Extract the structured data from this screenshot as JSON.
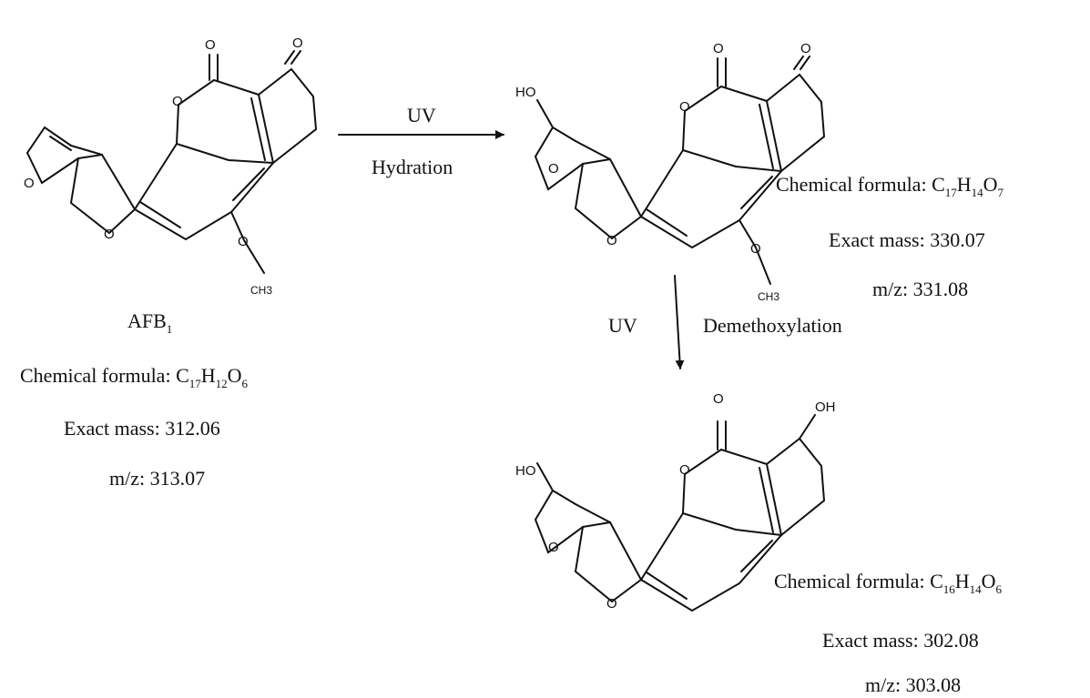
{
  "reactant": {
    "name": "AFB",
    "name_sub": "1",
    "formula_label": "Chemical formula: ",
    "formula_parts": [
      [
        "C",
        "17"
      ],
      [
        "H",
        "12"
      ],
      [
        "O",
        "6"
      ]
    ],
    "exact_mass": "Exact mass: 312.06",
    "mz": "m/z: 313.07",
    "atoms": {
      "o_ketone": "O",
      "o_lactone_carbonyl": "O",
      "o_ring": "O",
      "o_furan_a": "O",
      "o_furan_b": "O",
      "o_methoxy": "O",
      "methyl": "CH3"
    }
  },
  "step1": {
    "reagent": "UV",
    "process": "Hydration"
  },
  "intermediate": {
    "formula_label": "Chemical formula: ",
    "formula_parts": [
      [
        "C",
        "17"
      ],
      [
        "H",
        "14"
      ],
      [
        "O",
        "7"
      ]
    ],
    "exact_mass": "Exact mass: 330.07",
    "mz": "m/z: 331.08",
    "atoms": {
      "hydroxyl": "HO",
      "o_ketone": "O",
      "o_lactone_carbonyl": "O",
      "o_ring": "O",
      "o_furan_a": "O",
      "o_furan_b": "O",
      "o_methoxy": "O",
      "methyl": "CH3"
    }
  },
  "step2": {
    "reagent": "UV",
    "process": "Demethoxylation"
  },
  "product": {
    "formula_label": "Chemical formula: ",
    "formula_parts": [
      [
        "C",
        "16"
      ],
      [
        "H",
        "14"
      ],
      [
        "O",
        "6"
      ]
    ],
    "exact_mass": "Exact mass: 302.08",
    "mz": "m/z: 303.08",
    "atoms": {
      "hydroxyl_left": "HO",
      "hydroxyl_right": "OH",
      "o_lactone_carbonyl": "O",
      "o_ring": "O",
      "o_furan_a": "O",
      "o_furan_b": "O"
    }
  }
}
